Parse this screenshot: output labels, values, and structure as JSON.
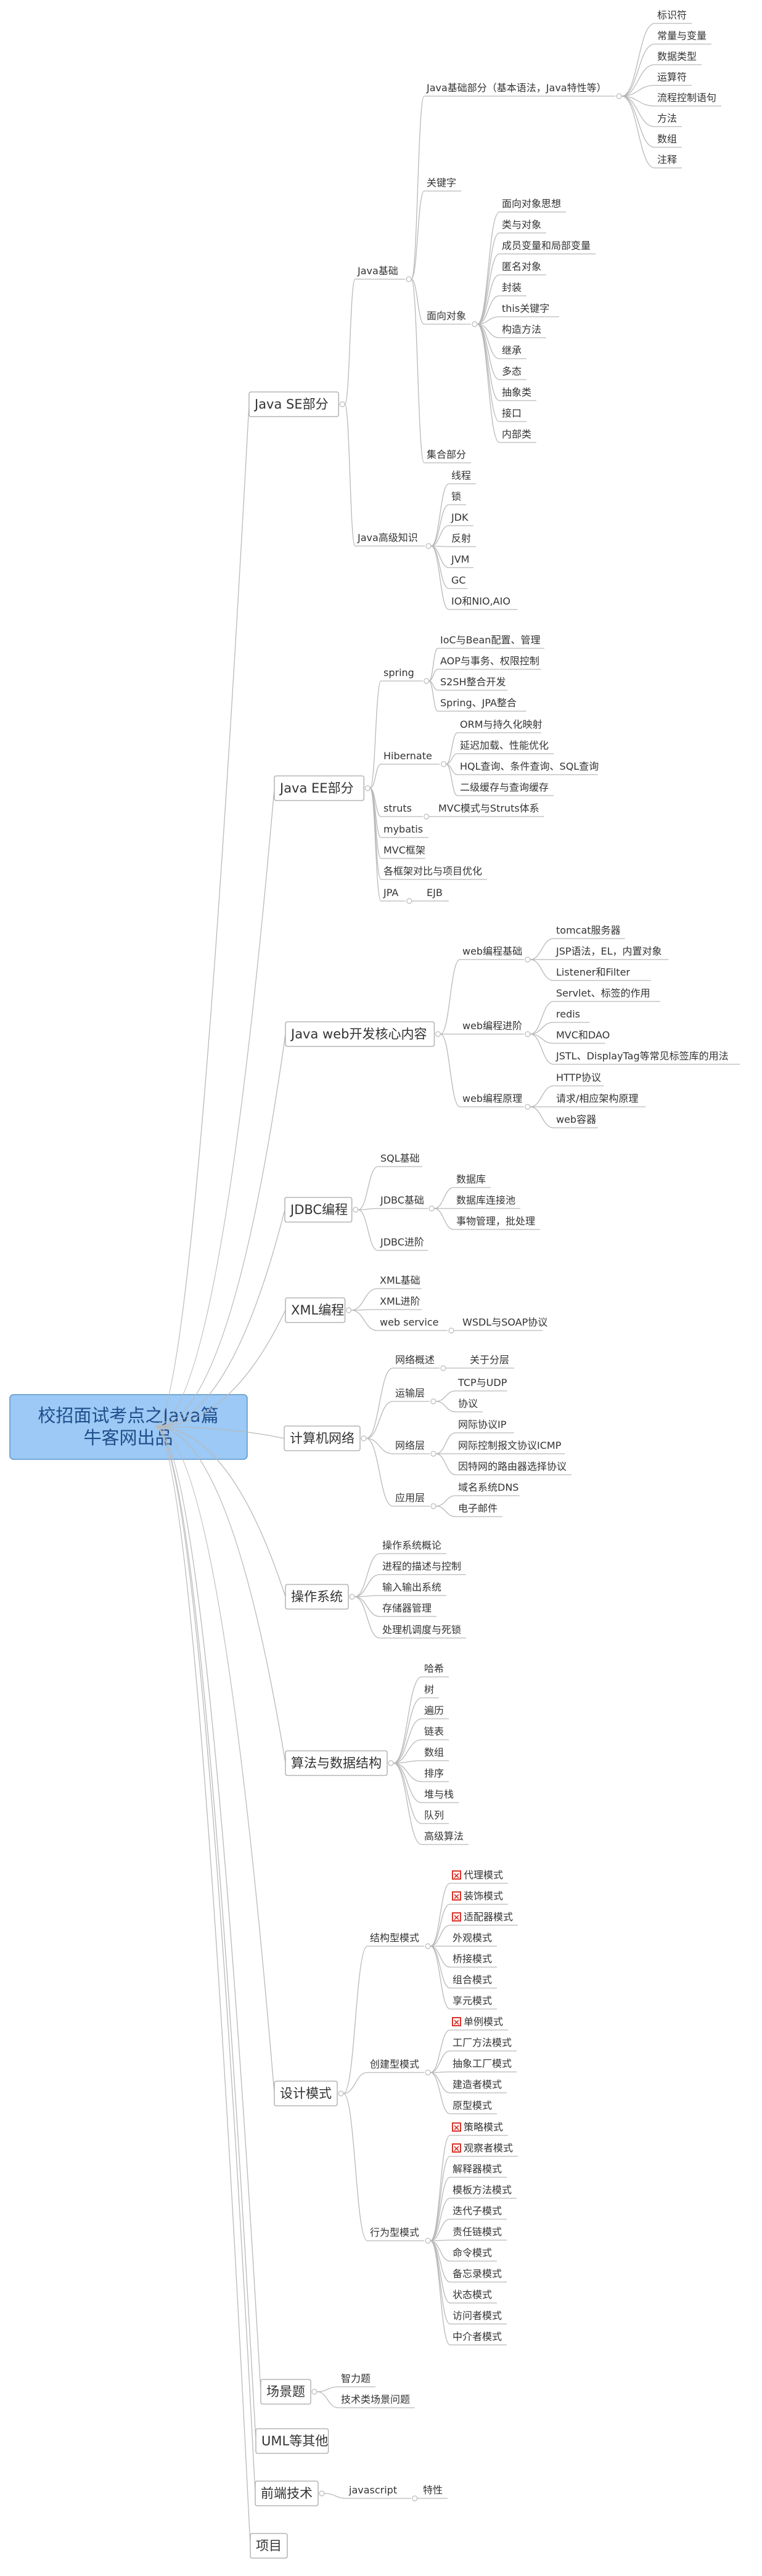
{
  "mindmap": {
    "root": {
      "lines": [
        "校招面试考点之Java篇",
        "牛客网出品"
      ]
    },
    "branches": [
      {
        "label": "Java SE部分",
        "children": [
          {
            "label": "Java基础",
            "children": [
              {
                "label": "Java基础部分（基本语法，Java特性等）",
                "children": [
                  {
                    "label": "标识符"
                  },
                  {
                    "label": "常量与变量"
                  },
                  {
                    "label": "数据类型"
                  },
                  {
                    "label": "运算符"
                  },
                  {
                    "label": "流程控制语句"
                  },
                  {
                    "label": "方法"
                  },
                  {
                    "label": "数组"
                  },
                  {
                    "label": "注释"
                  }
                ]
              },
              {
                "label": "关键字"
              },
              {
                "label": "面向对象",
                "children": [
                  {
                    "label": "面向对象思想"
                  },
                  {
                    "label": "类与对象"
                  },
                  {
                    "label": "成员变量和局部变量"
                  },
                  {
                    "label": "匿名对象"
                  },
                  {
                    "label": "封装"
                  },
                  {
                    "label": "this关键字"
                  },
                  {
                    "label": "构造方法"
                  },
                  {
                    "label": "继承"
                  },
                  {
                    "label": "多态"
                  },
                  {
                    "label": "抽象类"
                  },
                  {
                    "label": "接口"
                  },
                  {
                    "label": "内部类"
                  }
                ]
              },
              {
                "label": "集合部分"
              }
            ]
          },
          {
            "label": "Java高级知识",
            "children": [
              {
                "label": "线程"
              },
              {
                "label": "锁"
              },
              {
                "label": "JDK"
              },
              {
                "label": "反射"
              },
              {
                "label": "JVM"
              },
              {
                "label": "GC"
              },
              {
                "label": "IO和NIO,AIO"
              }
            ]
          }
        ]
      },
      {
        "label": "Java EE部分",
        "children": [
          {
            "label": "spring",
            "children": [
              {
                "label": "IoC与Bean配置、管理"
              },
              {
                "label": "AOP与事务、权限控制"
              },
              {
                "label": "S2SH整合开发"
              },
              {
                "label": "Spring、JPA整合"
              }
            ]
          },
          {
            "label": "Hibernate",
            "children": [
              {
                "label": "ORM与持久化映射"
              },
              {
                "label": "延迟加载、性能优化"
              },
              {
                "label": "HQL查询、条件查询、SQL查询"
              },
              {
                "label": "二级缓存与查询缓存"
              }
            ]
          },
          {
            "label": "struts",
            "children": [
              {
                "label": "MVC模式与Struts体系"
              }
            ]
          },
          {
            "label": "mybatis"
          },
          {
            "label": "MVC框架"
          },
          {
            "label": "各框架对比与项目优化"
          },
          {
            "label": "JPA",
            "children": [
              {
                "label": "EJB"
              }
            ]
          }
        ]
      },
      {
        "label": "Java web开发核心内容",
        "children": [
          {
            "label": "web编程基础",
            "children": [
              {
                "label": "tomcat服务器"
              },
              {
                "label": "JSP语法，EL，内置对象"
              },
              {
                "label": "Listener和Filter"
              }
            ]
          },
          {
            "label": "web编程进阶",
            "children": [
              {
                "label": "Servlet、标签的作用"
              },
              {
                "label": "redis"
              },
              {
                "label": "MVC和DAO"
              },
              {
                "label": "JSTL、DisplayTag等常见标签库的用法"
              }
            ]
          },
          {
            "label": "web编程原理",
            "children": [
              {
                "label": "HTTP协议"
              },
              {
                "label": "请求/相应架构原理"
              },
              {
                "label": "web容器"
              }
            ]
          }
        ]
      },
      {
        "label": "JDBC编程",
        "children": [
          {
            "label": "SQL基础"
          },
          {
            "label": "JDBC基础",
            "children": [
              {
                "label": "数据库"
              },
              {
                "label": "数据库连接池"
              },
              {
                "label": "事物管理，批处理"
              }
            ]
          },
          {
            "label": "JDBC进阶"
          }
        ]
      },
      {
        "label": "XML编程",
        "children": [
          {
            "label": "XML基础"
          },
          {
            "label": "XML进阶"
          },
          {
            "label": "web service",
            "children": [
              {
                "label": "WSDL与SOAP协议"
              }
            ]
          }
        ]
      },
      {
        "label": "计算机网络",
        "children": [
          {
            "label": "网络概述",
            "children": [
              {
                "label": "关于分层"
              }
            ]
          },
          {
            "label": "运输层",
            "children": [
              {
                "label": "TCP与UDP"
              },
              {
                "label": "协议"
              }
            ]
          },
          {
            "label": "网络层",
            "children": [
              {
                "label": "网际协议IP"
              },
              {
                "label": "网际控制报文协议ICMP"
              },
              {
                "label": "因特网的路由器选择协议"
              }
            ]
          },
          {
            "label": "应用层",
            "children": [
              {
                "label": "域名系统DNS"
              },
              {
                "label": "电子邮件"
              }
            ]
          }
        ]
      },
      {
        "label": "操作系统",
        "children": [
          {
            "label": "操作系统概论"
          },
          {
            "label": "进程的描述与控制"
          },
          {
            "label": "输入输出系统"
          },
          {
            "label": "存储器管理"
          },
          {
            "label": "处理机调度与死锁"
          }
        ]
      },
      {
        "label": "算法与数据结构",
        "children": [
          {
            "label": "哈希"
          },
          {
            "label": "树"
          },
          {
            "label": "遍历"
          },
          {
            "label": "链表"
          },
          {
            "label": "数组"
          },
          {
            "label": "排序"
          },
          {
            "label": "堆与栈"
          },
          {
            "label": "队列"
          },
          {
            "label": "高级算法"
          }
        ]
      },
      {
        "label": "设计模式",
        "children": [
          {
            "label": "结构型模式",
            "children": [
              {
                "label": "代理模式",
                "flag": true
              },
              {
                "label": "装饰模式",
                "flag": true
              },
              {
                "label": "适配器模式",
                "flag": true
              },
              {
                "label": "外观模式"
              },
              {
                "label": "桥接模式"
              },
              {
                "label": "组合模式"
              },
              {
                "label": "享元模式"
              }
            ]
          },
          {
            "label": "创建型模式",
            "children": [
              {
                "label": "单例模式",
                "flag": true
              },
              {
                "label": "工厂方法模式"
              },
              {
                "label": "抽象工厂模式"
              },
              {
                "label": "建造者模式"
              },
              {
                "label": "原型模式"
              }
            ]
          },
          {
            "label": "行为型模式",
            "children": [
              {
                "label": "策略模式",
                "flag": true
              },
              {
                "label": "观察者模式",
                "flag": true
              },
              {
                "label": "解释器模式"
              },
              {
                "label": "模板方法模式"
              },
              {
                "label": "迭代子模式"
              },
              {
                "label": "责任链模式"
              },
              {
                "label": "命令模式"
              },
              {
                "label": "备忘录模式"
              },
              {
                "label": "状态模式"
              },
              {
                "label": "访问者模式"
              },
              {
                "label": "中介者模式"
              }
            ]
          }
        ]
      },
      {
        "label": "场景题",
        "children": [
          {
            "label": "智力题"
          },
          {
            "label": "技术类场景问题"
          }
        ]
      },
      {
        "label": "UML等其他"
      },
      {
        "label": "前端技术",
        "children": [
          {
            "label": "javascript",
            "children": [
              {
                "label": "特性"
              }
            ]
          }
        ]
      },
      {
        "label": "项目"
      }
    ]
  },
  "colors": {
    "root_fill": "#9cc9f5",
    "root_stroke": "#5f95c9",
    "root_text": "#1f4e8c",
    "line": "#b9b9b9",
    "branch_stroke": "#a8a8a8",
    "flag": "#d9342b"
  }
}
